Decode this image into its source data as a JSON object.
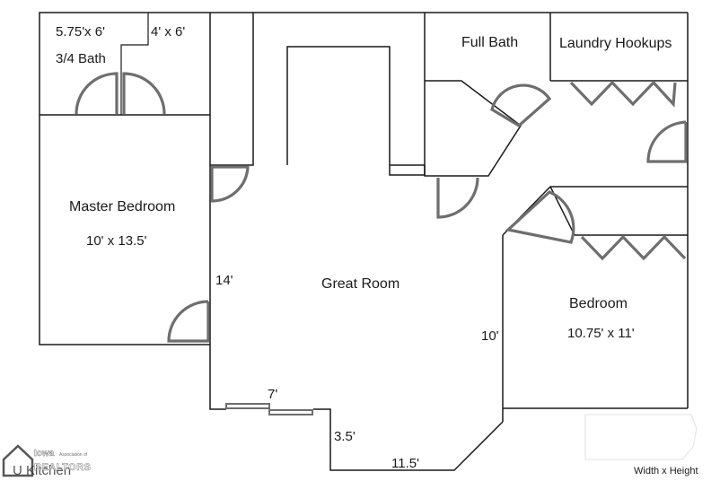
{
  "rooms": {
    "three_quarter_bath": {
      "size": "5.75'x 6'",
      "name": "3/4 Bath"
    },
    "closet": {
      "size": "4' x 6'"
    },
    "full_bath": {
      "name": "Full Bath"
    },
    "laundry": {
      "name": "Laundry Hookups"
    },
    "master_bedroom": {
      "name": "Master Bedroom",
      "size": "10' x 13.5'"
    },
    "great_room": {
      "name": "Great Room"
    },
    "bedroom": {
      "name": "Bedroom",
      "size": "10.75' x 11'"
    }
  },
  "dimensions": {
    "great_room_left": "14'",
    "great_room_right": "10'",
    "step_width": "7'",
    "step_depth": "3.5'",
    "bottom_width": "11.5'"
  },
  "footer": {
    "kitchen_label": "U Kitchen",
    "legend": "Width x Height"
  },
  "watermark": {
    "top_text": "Iowa",
    "small_text": "Association of",
    "brand": "REALTORS"
  },
  "colors": {
    "walls": "#1a1a1a",
    "doors": "#6e6e6e",
    "background": "#ffffff"
  }
}
